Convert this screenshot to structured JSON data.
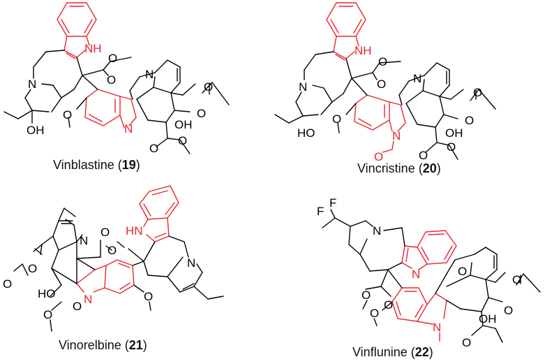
{
  "figure": {
    "colors": {
      "highlight": "#e8262e",
      "default": "#000000"
    },
    "compounds": [
      {
        "name": "Vinblastine",
        "number": "19",
        "caption_open": " (",
        "caption_close": ")"
      },
      {
        "name": "Vincristine",
        "number": "20",
        "caption_open": " (",
        "caption_close": ")"
      },
      {
        "name": "Vinorelbine",
        "number": "21",
        "caption_open": " (",
        "caption_close": ")"
      },
      {
        "name": "Vinflunine",
        "number": "22",
        "caption_open": " (",
        "caption_close": ")"
      }
    ],
    "atom_labels": {
      "vinblastine": [
        "NH",
        "O",
        "O",
        "N",
        "N",
        "O",
        "O",
        "O",
        "OH",
        "OH",
        "N",
        "O",
        "O"
      ],
      "vincristine": [
        "NH",
        "O",
        "O",
        "N",
        "N",
        "O",
        "O",
        "O",
        "OH",
        "HO",
        "N",
        "O",
        "O",
        "O"
      ],
      "vinorelbine": [
        "HN",
        "O",
        "O",
        "N",
        "N",
        "O",
        "O",
        "HO",
        "O",
        "O",
        "N",
        "O"
      ],
      "vinflunine": [
        "F",
        "F",
        "N",
        "N",
        "N",
        "O",
        "O",
        "O",
        "O",
        "O",
        "OH",
        "O",
        "O"
      ]
    }
  }
}
